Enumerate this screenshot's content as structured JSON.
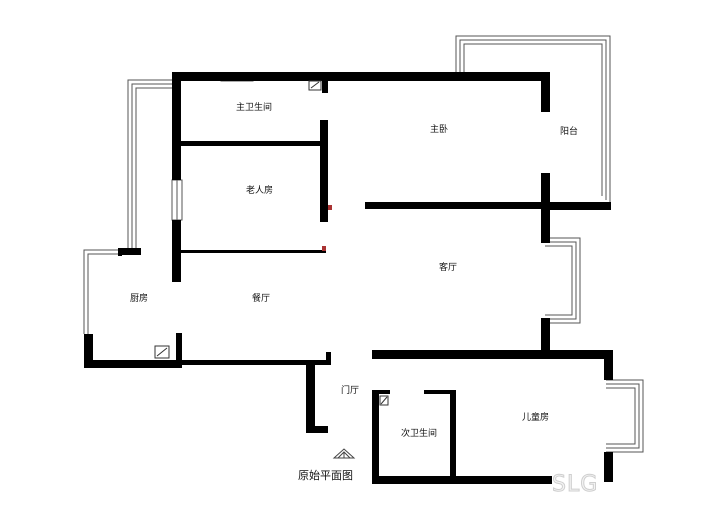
{
  "colors": {
    "wall": "#000000",
    "thin_line": "#555555",
    "background": "#ffffff"
  },
  "rooms": {
    "master_bath": "主卫生间",
    "master_bedroom": "主卧",
    "balcony": "阳台",
    "elder_room": "老人房",
    "living_room": "客厅",
    "kitchen": "厨房",
    "dining_room": "餐厅",
    "foyer": "门厅",
    "second_bath": "次卫生间",
    "kids_room": "儿童房"
  },
  "caption": {
    "text": "原始平面图",
    "icon": "entrance-arrow-icon"
  },
  "watermark": {
    "text": "SLG"
  }
}
